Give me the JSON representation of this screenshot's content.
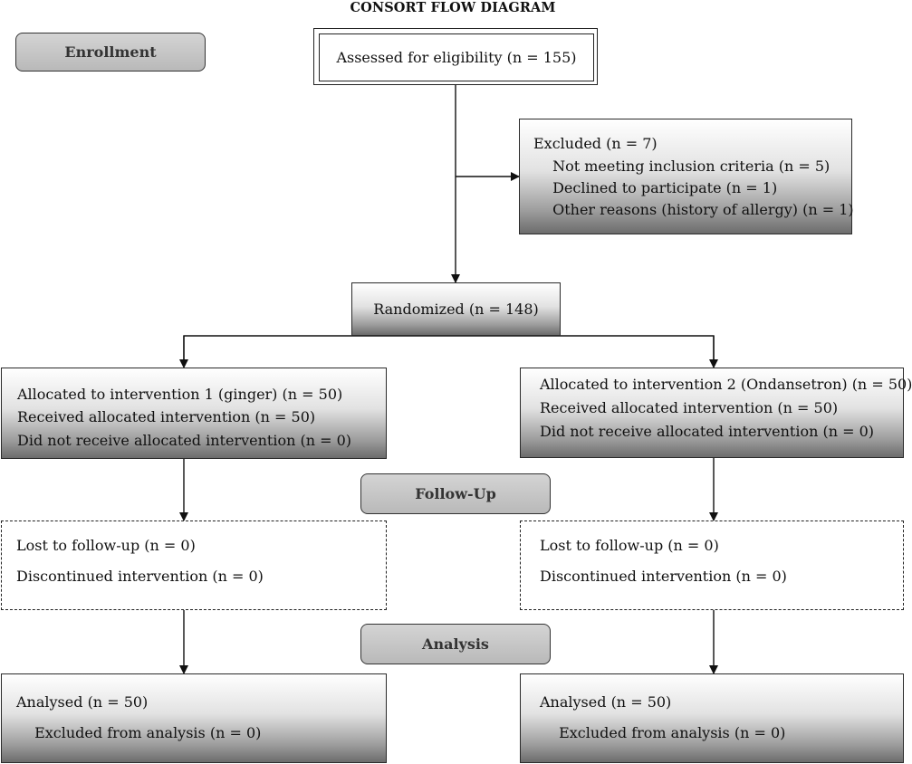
{
  "title": "CONSORT FLOW DIAGRAM",
  "stages": {
    "enrollment": "Enrollment",
    "follow_up": "Follow-Up",
    "analysis": "Analysis"
  },
  "assessed": "Assessed for eligibility (n = 155)",
  "excluded": {
    "header": "Excluded (n = 7)",
    "items": [
      "Not meeting inclusion criteria (n = 5)",
      "Declined to participate (n = 1)",
      "Other reasons (history of allergy) (n = 1)"
    ]
  },
  "randomized": "Randomized (n = 148)",
  "allocation_left": [
    "Allocated to intervention 1 (ginger) (n = 50)",
    "Received allocated intervention (n = 50)",
    "Did not receive allocated intervention (n = 0)"
  ],
  "allocation_right": [
    "Allocated to intervention 2 (Ondansetron) (n = 50)",
    "Received allocated intervention (n = 50)",
    "Did not receive allocated intervention (n = 0)"
  ],
  "followup_left": [
    "Lost to follow-up (n = 0)",
    "Discontinued intervention (n = 0)"
  ],
  "followup_right": [
    "Lost to follow-up (n = 0)",
    "Discontinued intervention (n = 0)"
  ],
  "analysis_left": [
    "Analysed (n = 50)",
    "Excluded from analysis (n = 0)"
  ],
  "analysis_right": [
    "Analysed (n = 50)",
    "Excluded from analysis (n = 0)"
  ],
  "bullet_glyph": ""
}
